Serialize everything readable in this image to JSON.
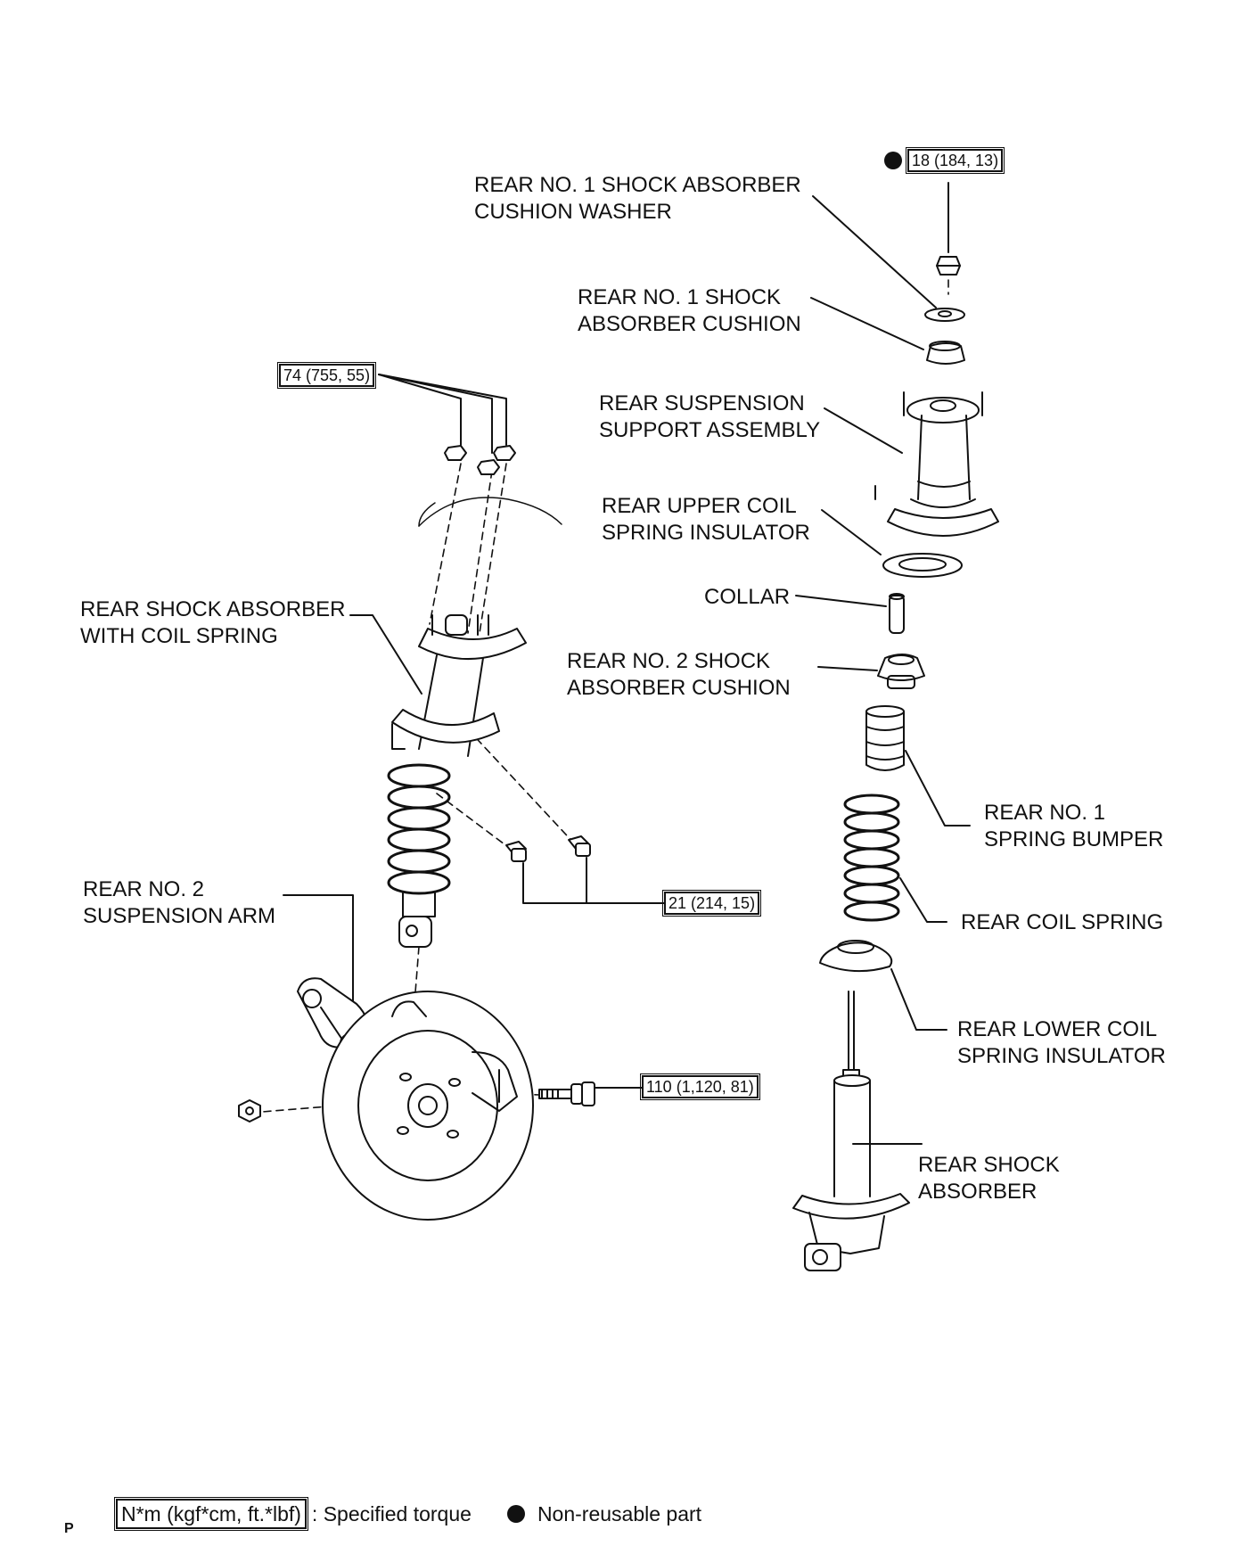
{
  "labels": {
    "cushion_washer": [
      "REAR NO. 1 SHOCK ABSORBER",
      "CUSHION WASHER"
    ],
    "no1_cushion": [
      "REAR NO. 1 SHOCK",
      "ABSORBER CUSHION"
    ],
    "support_assembly": [
      "REAR SUSPENSION",
      "SUPPORT ASSEMBLY"
    ],
    "upper_insulator": [
      "REAR UPPER COIL",
      "SPRING INSULATOR"
    ],
    "collar": [
      "COLLAR"
    ],
    "no2_cushion": [
      "REAR NO. 2 SHOCK",
      "ABSORBER CUSHION"
    ],
    "shock_with_spring": [
      "REAR SHOCK ABSORBER",
      "WITH COIL SPRING"
    ],
    "spring_bumper": [
      "REAR NO. 1",
      "SPRING  BUMPER"
    ],
    "coil_spring": [
      "REAR COIL SPRING"
    ],
    "suspension_arm": [
      "REAR NO. 2",
      "SUSPENSION ARM"
    ],
    "lower_insulator": [
      "REAR LOWER COIL",
      "SPRING INSULATOR"
    ],
    "shock_absorber": [
      "REAR SHOCK",
      "ABSORBER"
    ]
  },
  "torques": {
    "top_nut": "18 (184, 13)",
    "upper_nuts": "74 (755, 55)",
    "bracket_bolts": "21 (214, 15)",
    "knuckle_bolt": "110 (1,120, 81)"
  },
  "legend": {
    "torque_box": "N*m (kgf*cm, ft.*lbf)",
    "torque_text": ": Specified torque",
    "nonreusable_text": "Non-reusable part"
  },
  "corner_mark": "P",
  "colors": {
    "ink": "#111111",
    "background": "#ffffff"
  }
}
